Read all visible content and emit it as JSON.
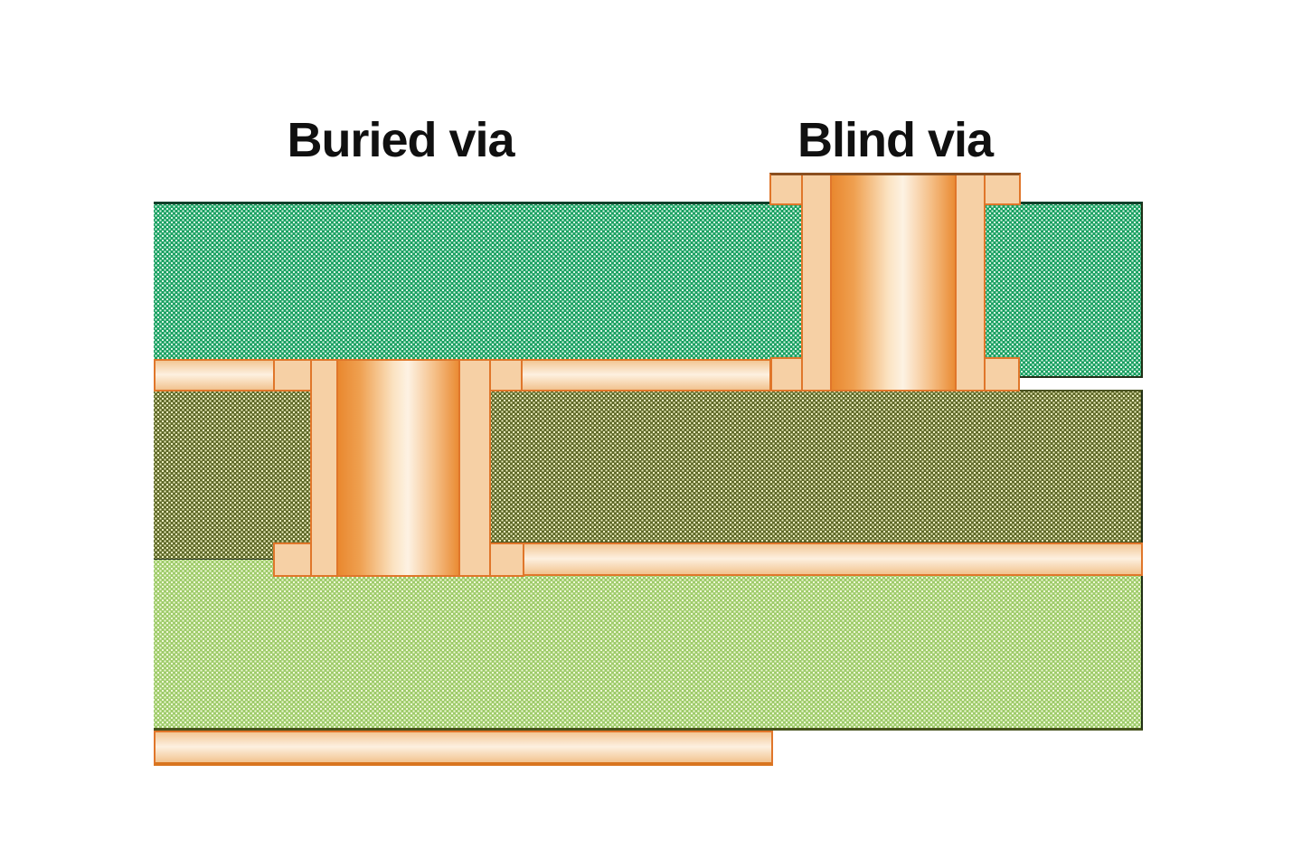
{
  "labels": {
    "buried_via": "Buried via",
    "blind_via": "Blind via"
  },
  "diagram": {
    "type": "pcb-cross-section",
    "via_types": [
      "Buried via",
      "Blind via"
    ],
    "layers": [
      "top-dielectric-green",
      "inner-copper-trace-layer-upper",
      "core-dielectric-olive",
      "inner-copper-trace-layer-lower",
      "bottom-dielectric-light-green",
      "bottom-copper-trace-layer"
    ]
  },
  "colors": {
    "background": "#ffffff",
    "label_text": "#101010",
    "copper_fill": "#f6d0a5",
    "copper_fill_light": "#fdf0e0",
    "copper_border": "#e0762a",
    "copper_border_dark": "#8a4f1f",
    "barrel_edge": "#e9882f",
    "barrel_highlight": "#fdf2e3",
    "green_base": "#1aa062",
    "green_dot": "#d9f6e6",
    "olive_base": "#5f6929",
    "olive_dot": "#eef0c0",
    "lightgreen_base": "#9ecb6a",
    "lightgreen_dot": "#eff8d8",
    "edge_dark": "#1f2d14"
  }
}
